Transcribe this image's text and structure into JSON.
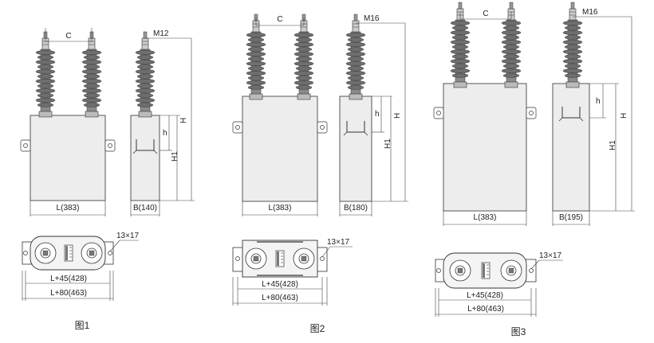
{
  "figures": [
    {
      "id": "fig1",
      "caption": "图1",
      "front": {
        "length": "L(383)",
        "spacing": "C"
      },
      "side": {
        "thread": "M12",
        "width": "B(140)",
        "height": "H",
        "height1": "H1",
        "h": "h"
      },
      "plan": {
        "hole": "13×17",
        "dim1": "L+45(428)",
        "dim2": "L+80(463)"
      }
    },
    {
      "id": "fig2",
      "caption": "图2",
      "front": {
        "length": "L(383)",
        "spacing": "C"
      },
      "side": {
        "thread": "M16",
        "width": "B(180)",
        "height": "H",
        "height1": "H1",
        "h": "h"
      },
      "plan": {
        "hole": "13×17",
        "dim1": "L+45(428)",
        "dim2": "L+80(463)"
      }
    },
    {
      "id": "fig3",
      "caption": "图3",
      "front": {
        "length": "L(383)",
        "spacing": "C"
      },
      "side": {
        "thread": "M16",
        "width": "B(195)",
        "height": "H",
        "height1": "H1",
        "h": "h"
      },
      "plan": {
        "hole": "13×17",
        "dim1": "L+45(428)",
        "dim2": "L+80(463)"
      }
    }
  ],
  "colors": {
    "line": "#333333",
    "tank": "#ededed",
    "bushing": "#6e6e6e"
  }
}
